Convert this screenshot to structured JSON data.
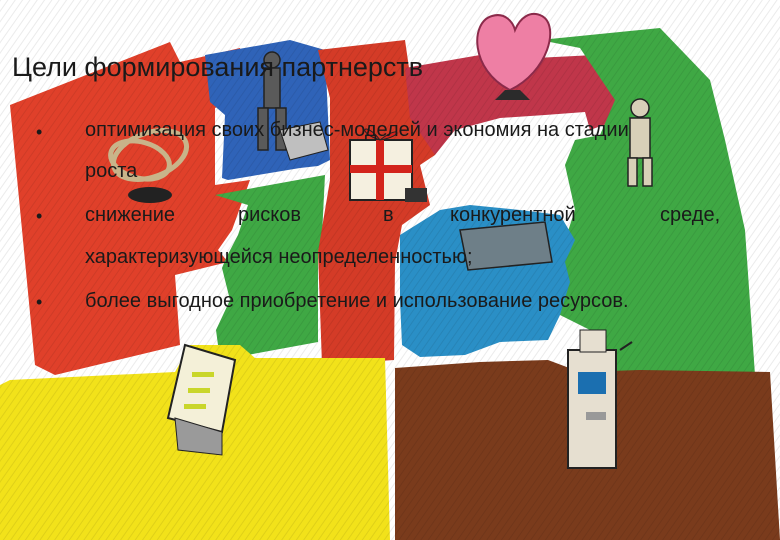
{
  "slide": {
    "title": "Цели формирования партнерств",
    "bullets": [
      {
        "marker": "•",
        "line1": "оптимизация своих бизнес-моделей и экономия на стадии",
        "line2": "роста"
      },
      {
        "marker": "•",
        "words": [
          "снижение",
          "рисков",
          "в",
          "конкурентной",
          "среде,"
        ],
        "line2": "характеризующейся неопределенностью;"
      },
      {
        "marker": "•",
        "line1": "более выгодное приобретение и использование ресурсов."
      }
    ]
  },
  "colors": {
    "red": "#e0402a",
    "blue": "#2f63b8",
    "green": "#3fa844",
    "yellow": "#f2e21a",
    "brown": "#7a3b1c",
    "pink_heart": "#ee7fa4",
    "teal": "#2a8fc6",
    "maroon_arrow": "#c0364a"
  },
  "illustration": {
    "icons": [
      "heart-icon",
      "person-figure-icon",
      "gift-box-icon",
      "rope-coil-icon",
      "ticket-machine-icon",
      "document-stand-icon",
      "paper-doc-icon"
    ]
  }
}
